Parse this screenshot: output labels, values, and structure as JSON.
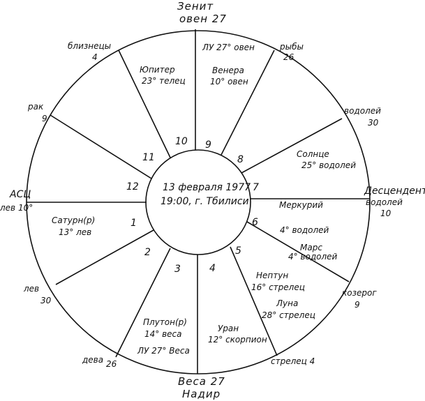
{
  "center": {
    "line1": "13 февраля 1977",
    "line2": "19:00, г. Тбилиси"
  },
  "houses": [
    "1",
    "2",
    "3",
    "4",
    "5",
    "6",
    "7",
    "8",
    "9",
    "10",
    "11",
    "12"
  ],
  "cusps": {
    "zenith_title": "Зенит",
    "zenith_sign": "овен 27",
    "nadir_title": "Надир",
    "nadir_sign": "Веса 27",
    "asc_title": "АСЦ",
    "asc_sign": "лев 10°",
    "desc_title": "Десцендент",
    "desc_sign": "водолей",
    "desc_degree": "10",
    "pisces_sign": "рыбы",
    "pisces_degree": "26",
    "aquarius_sign": "водолей",
    "aquarius_degree": "30",
    "capricorn_sign": "козерог",
    "capricorn_degree": "9",
    "sagittarius": "стрелец 4",
    "virgo_sign": "дева",
    "virgo_degree": "26",
    "leo_sign": "лев",
    "leo_degree": "30",
    "cancer_sign": "рак",
    "cancer_degree": "9",
    "gemini_sign": "близнецы",
    "gemini_degree": "4"
  },
  "planets": {
    "node_north": "ЛУ 27° овен",
    "venus_name": "Венера",
    "venus_pos": "10° овен",
    "jupiter_name": "Юпитер",
    "jupiter_pos": "23° телец",
    "sun_name": "Солнце",
    "sun_pos": "25° водолей",
    "mercury_name": "Меркурий",
    "mercury_pos": "4° водолей",
    "mars_name": "Марс",
    "mars_pos": "4° водолей",
    "neptune_name": "Нептун",
    "neptune_pos": "16° стрелец",
    "moon_name": "Луна",
    "moon_pos": "28° стрелец",
    "uranus_name": "Уран",
    "uranus_pos": "12° скорпион",
    "pluto_name": "Плутон(р)",
    "pluto_pos": "14° веса",
    "node_south": "ЛУ 27° Веса",
    "saturn_name": "Сатурн(р)",
    "saturn_pos": "13° лев"
  }
}
